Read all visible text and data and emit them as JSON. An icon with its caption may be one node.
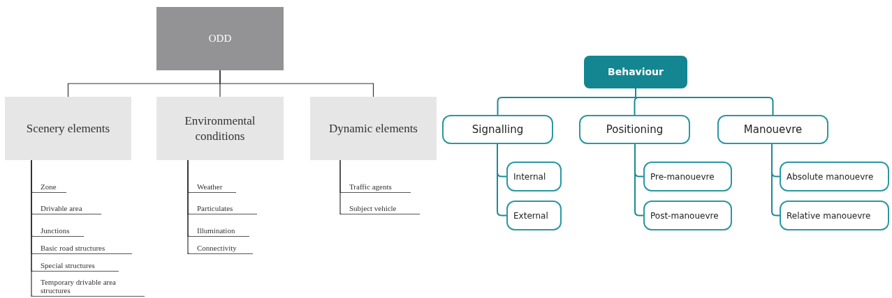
{
  "diagram": {
    "nodes": [
      {
        "text": [
          "ODD"
        ]
      },
      {
        "text": [
          "Scenery elements"
        ]
      },
      {
        "text": [
          "Environmental conditions"
        ]
      },
      {
        "text": [
          "Dynamic elements"
        ]
      },
      {
        "text": [
          "Zone"
        ]
      },
      {
        "text": [
          "Drivable area"
        ]
      },
      {
        "text": [
          "Junctions"
        ]
      },
      {
        "text": [
          "Basic road structures"
        ]
      },
      {
        "text": [
          "Special structures"
        ]
      },
      {
        "text": [
          "Temporary drivable area structures"
        ]
      },
      {
        "text": [
          "Weather"
        ]
      },
      {
        "text": [
          "Particulates"
        ]
      },
      {
        "text": [
          "Illumination"
        ]
      },
      {
        "text": [
          "Connectivity"
        ]
      },
      {
        "text": [
          "Traffic agents"
        ]
      },
      {
        "text": [
          "Subject vehicle"
        ]
      },
      {
        "text": [
          "Behaviour"
        ]
      },
      {
        "text": [
          "Signalling"
        ]
      },
      {
        "text": [
          "Positioning"
        ]
      },
      {
        "text": [
          "Manouevre"
        ]
      },
      {
        "text": [
          "Internal"
        ]
      },
      {
        "text": [
          "External"
        ]
      },
      {
        "text": [
          "Pre-manouevre"
        ]
      },
      {
        "text": [
          "Post-manouevre"
        ]
      },
      {
        "text": [
          "Absolute manouevre"
        ]
      },
      {
        "text": [
          "Relative manouevre"
        ]
      }
    ],
    "edges": [
      {
        "from": 0,
        "to": 1,
        "arrow": "none"
      },
      {
        "from": 0,
        "to": 2,
        "arrow": "none"
      },
      {
        "from": 0,
        "to": 3,
        "arrow": "none"
      },
      {
        "from": 1,
        "to": 4,
        "arrow": "none"
      },
      {
        "from": 1,
        "to": 5,
        "arrow": "none"
      },
      {
        "from": 1,
        "to": 6,
        "arrow": "none"
      },
      {
        "from": 1,
        "to": 7,
        "arrow": "none"
      },
      {
        "from": 1,
        "to": 8,
        "arrow": "none"
      },
      {
        "from": 1,
        "to": 9,
        "arrow": "none"
      },
      {
        "from": 2,
        "to": 10,
        "arrow": "none"
      },
      {
        "from": 2,
        "to": 11,
        "arrow": "none"
      },
      {
        "from": 2,
        "to": 12,
        "arrow": "none"
      },
      {
        "from": 2,
        "to": 13,
        "arrow": "none"
      },
      {
        "from": 3,
        "to": 14,
        "arrow": "none"
      },
      {
        "from": 3,
        "to": 15,
        "arrow": "none"
      },
      {
        "from": 16,
        "to": 17,
        "arrow": "none",
        "color": "#1a8a94"
      },
      {
        "from": 16,
        "to": 18,
        "arrow": "none",
        "color": "#1a8a94"
      },
      {
        "from": 16,
        "to": 19,
        "arrow": "none",
        "color": "#1a8a94"
      },
      {
        "from": 17,
        "to": 20,
        "arrow": "none",
        "color": "#1a8a94"
      },
      {
        "from": 17,
        "to": 21,
        "arrow": "none",
        "color": "#1a8a94"
      },
      {
        "from": 18,
        "to": 22,
        "arrow": "none",
        "color": "#1a8a94"
      },
      {
        "from": 18,
        "to": 23,
        "arrow": "none",
        "color": "#1a8a94"
      },
      {
        "from": 19,
        "to": 24,
        "arrow": "none",
        "color": "#1a8a94"
      },
      {
        "from": 19,
        "to": 25,
        "arrow": "none",
        "color": "#1a8a94"
      }
    ]
  }
}
